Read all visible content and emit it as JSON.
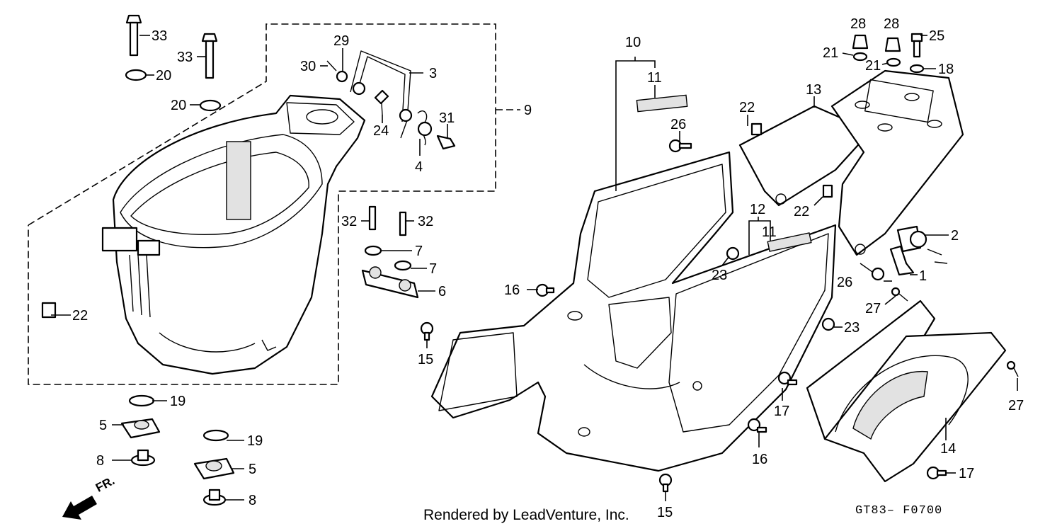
{
  "diagram": {
    "direction_label": "FR.",
    "credit": "Rendered by LeadVenture, Inc.",
    "drawing_code": "GT83– F0700",
    "callouts": {
      "p1": "1",
      "p2": "2",
      "p3": "3",
      "p4": "4",
      "p5a": "5",
      "p5b": "5",
      "p6": "6",
      "p7a": "7",
      "p7b": "7",
      "p8a": "8",
      "p8b": "8",
      "p9": "9",
      "p10": "10",
      "p11a": "11",
      "p11b": "11",
      "p12": "12",
      "p13": "13",
      "p14": "14",
      "p15a": "15",
      "p15b": "15",
      "p16a": "16",
      "p16b": "16",
      "p17a": "17",
      "p17b": "17",
      "p18": "18",
      "p19a": "19",
      "p19b": "19",
      "p20a": "20",
      "p20b": "20",
      "p21a": "21",
      "p21b": "21",
      "p22a": "22",
      "p22b": "22",
      "p22c": "22",
      "p23a": "23",
      "p23b": "23",
      "p24": "24",
      "p25": "25",
      "p26a": "26",
      "p26b": "26",
      "p27a": "27",
      "p27b": "27",
      "p28a": "28",
      "p28b": "28",
      "p29": "29",
      "p30": "30",
      "p31": "31",
      "p32a": "32",
      "p32b": "32",
      "p33a": "33",
      "p33b": "33"
    }
  }
}
